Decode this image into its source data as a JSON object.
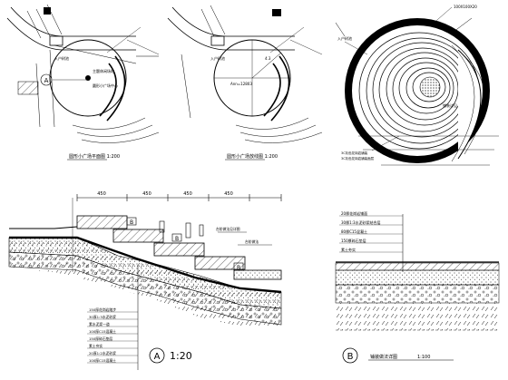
{
  "drawing": {
    "plan_title": "圆形小广场平面图  1:200",
    "layout_title": "圆形小广场放线图  1:200",
    "plan_labels": {
      "entrance_a": "入户树池",
      "note_a": "主题休闲场地",
      "note_b": "圆形小广场中心",
      "axis_marker": "A"
    },
    "layout_labels": {
      "entrance": "入户树池",
      "radius": "Ann=12803",
      "note": "4.3"
    },
    "paving_labels": {
      "top_note": "100X100X20",
      "entrance": "入户树池",
      "center_note": "铺装详见",
      "ring_note": "3C灰色花岗岩铺装",
      "bottom_note": "3C灰色花岗岩铺装面层"
    },
    "section_a": {
      "dimensions": [
        "450",
        "450",
        "450",
        "450"
      ],
      "tags": [
        "B",
        "B",
        "B"
      ],
      "note_step": "台阶做法见详图",
      "note_right": "台阶做法",
      "layers": [
        "150厚花岗岩踏步",
        "30厚1:3水泥砂浆",
        "素水泥浆一道",
        "100厚C15混凝土",
        "150厚碎石垫层",
        "素土夯实",
        "20厚1:2水泥砂浆",
        "100厚C15混凝土"
      ],
      "marker": "A",
      "scale": "1:20"
    },
    "section_b": {
      "layers": [
        "20厚花岗岩铺面",
        "30厚1:3水泥砂浆结合层",
        "80厚C15混凝土",
        "150厚碎石垫层",
        "素土夯实"
      ],
      "marker": "B",
      "title": "铺装做法详图",
      "scale": "1:100"
    }
  }
}
